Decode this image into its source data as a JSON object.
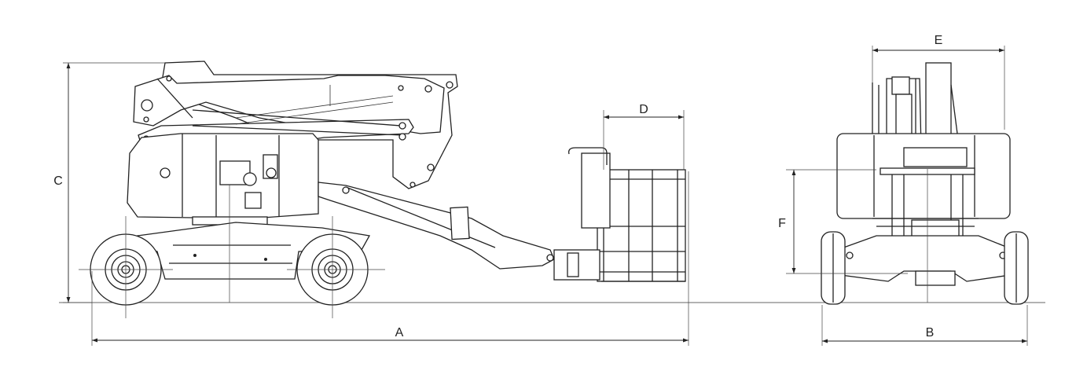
{
  "title": "",
  "views": {
    "side": {
      "name": ""
    },
    "rear": {
      "name": ""
    }
  },
  "dimensions": {
    "A": "A",
    "B": "B",
    "C": "C",
    "D": "D",
    "E": "E",
    "F": "F"
  },
  "colors": {
    "line": "#222222",
    "background": "#ffffff"
  }
}
